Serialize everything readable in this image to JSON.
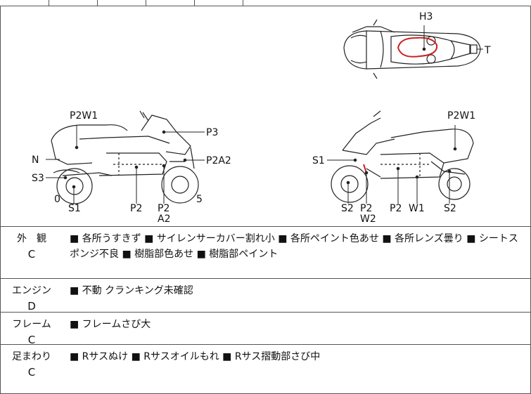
{
  "diagram": {
    "labels": {
      "h3": "H3",
      "t": "T",
      "left_p2w1": "P2W1",
      "left_p3": "P3",
      "left_n": "N",
      "left_p2a2": "P2A2",
      "left_s3": "S3",
      "left_0": "0",
      "left_5": "5",
      "left_s1": "S1",
      "left_p2": "P2",
      "left_p2b": "P2",
      "left_a2": "A2",
      "right_p2w1": "P2W1",
      "right_s1": "S1",
      "right_s2a": "S2",
      "right_p2a": "P2",
      "right_w2": "W2",
      "right_p2b": "P2",
      "right_w1": "W1",
      "right_s2b": "S2"
    },
    "colors": {
      "line": "#222222",
      "damage": "#cc2222"
    }
  },
  "rows": [
    {
      "name": "外　観",
      "grade": "C",
      "text": "■ 各所うすきず ■ サイレンサーカバー割れ小 ■ 各所ペイント色あせ ■ 各所レンズ曇り ■ シートスポンジ不良 ■ 樹脂部色あせ ■ 樹脂部ペイント"
    },
    {
      "name": "エンジン",
      "grade": "D",
      "text": "■ 不動 クランキング未確認"
    },
    {
      "name": "フレーム",
      "grade": "C",
      "text": "■ フレームさび大"
    },
    {
      "name": "足まわり",
      "grade": "C",
      "text": "■ Rサスぬけ ■ Rサスオイルもれ ■ Rサス摺動部さび中"
    }
  ]
}
